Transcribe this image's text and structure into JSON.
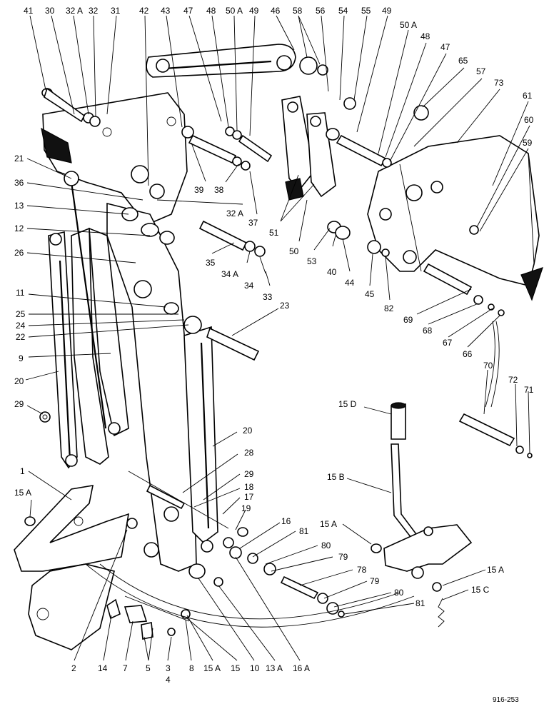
{
  "figure_ref": "916-253",
  "callouts": [
    {
      "id": "c41",
      "text": "41"
    },
    {
      "id": "c30",
      "text": "30"
    },
    {
      "id": "c32a_top",
      "text": "32 A"
    },
    {
      "id": "c32_top",
      "text": "32"
    },
    {
      "id": "c31",
      "text": "31"
    },
    {
      "id": "c42",
      "text": "42"
    },
    {
      "id": "c43",
      "text": "43"
    },
    {
      "id": "c47_top",
      "text": "47"
    },
    {
      "id": "c48_top",
      "text": "48"
    },
    {
      "id": "c50a_top",
      "text": "50 A"
    },
    {
      "id": "c49_top",
      "text": "49"
    },
    {
      "id": "c46",
      "text": "46"
    },
    {
      "id": "c58",
      "text": "58"
    },
    {
      "id": "c56",
      "text": "56"
    },
    {
      "id": "c54",
      "text": "54"
    },
    {
      "id": "c55",
      "text": "55"
    },
    {
      "id": "c49_right",
      "text": "49"
    },
    {
      "id": "c50a_right",
      "text": "50 A"
    },
    {
      "id": "c48_right",
      "text": "48"
    },
    {
      "id": "c47_right",
      "text": "47"
    },
    {
      "id": "c65",
      "text": "65"
    },
    {
      "id": "c57",
      "text": "57"
    },
    {
      "id": "c73",
      "text": "73"
    },
    {
      "id": "c61",
      "text": "61"
    },
    {
      "id": "c60",
      "text": "60"
    },
    {
      "id": "c59",
      "text": "59"
    },
    {
      "id": "c21",
      "text": "21"
    },
    {
      "id": "c36",
      "text": "36"
    },
    {
      "id": "c13",
      "text": "13"
    },
    {
      "id": "c12",
      "text": "12"
    },
    {
      "id": "c26",
      "text": "26"
    },
    {
      "id": "c39",
      "text": "39"
    },
    {
      "id": "c38",
      "text": "38"
    },
    {
      "id": "c32a_mid",
      "text": "32 A"
    },
    {
      "id": "c37",
      "text": "37"
    },
    {
      "id": "c51",
      "text": "51"
    },
    {
      "id": "c50",
      "text": "50"
    },
    {
      "id": "c53",
      "text": "53"
    },
    {
      "id": "c40",
      "text": "40"
    },
    {
      "id": "c44",
      "text": "44"
    },
    {
      "id": "c45",
      "text": "45"
    },
    {
      "id": "c82",
      "text": "82"
    },
    {
      "id": "c35",
      "text": "35"
    },
    {
      "id": "c34a",
      "text": "34 A"
    },
    {
      "id": "c34",
      "text": "34"
    },
    {
      "id": "c33",
      "text": "33"
    },
    {
      "id": "c69",
      "text": "69"
    },
    {
      "id": "c68",
      "text": "68"
    },
    {
      "id": "c67",
      "text": "67"
    },
    {
      "id": "c66",
      "text": "66"
    },
    {
      "id": "c11",
      "text": "11"
    },
    {
      "id": "c25",
      "text": "25"
    },
    {
      "id": "c24",
      "text": "24"
    },
    {
      "id": "c22",
      "text": "22"
    },
    {
      "id": "c23",
      "text": "23"
    },
    {
      "id": "c9",
      "text": "9"
    },
    {
      "id": "c20_left",
      "text": "20"
    },
    {
      "id": "c70",
      "text": "70"
    },
    {
      "id": "c72",
      "text": "72"
    },
    {
      "id": "c71",
      "text": "71"
    },
    {
      "id": "c29_left",
      "text": "29"
    },
    {
      "id": "c15d",
      "text": "15 D"
    },
    {
      "id": "c20_mid",
      "text": "20"
    },
    {
      "id": "c28",
      "text": "28"
    },
    {
      "id": "c1",
      "text": "1"
    },
    {
      "id": "c15b",
      "text": "15 B"
    },
    {
      "id": "c29_mid",
      "text": "29"
    },
    {
      "id": "c18",
      "text": "18"
    },
    {
      "id": "c17",
      "text": "17"
    },
    {
      "id": "c15a_left",
      "text": "15 A"
    },
    {
      "id": "c19",
      "text": "19"
    },
    {
      "id": "c16",
      "text": "16"
    },
    {
      "id": "c15a_mid",
      "text": "15 A"
    },
    {
      "id": "c81_top",
      "text": "81"
    },
    {
      "id": "c80_top",
      "text": "80"
    },
    {
      "id": "c79_top",
      "text": "79"
    },
    {
      "id": "c78",
      "text": "78"
    },
    {
      "id": "c15a_right",
      "text": "15 A"
    },
    {
      "id": "c79_bot",
      "text": "79"
    },
    {
      "id": "c80_bot",
      "text": "80"
    },
    {
      "id": "c15c",
      "text": "15 C"
    },
    {
      "id": "c81_bot",
      "text": "81"
    },
    {
      "id": "c2",
      "text": "2"
    },
    {
      "id": "c14",
      "text": "14"
    },
    {
      "id": "c7",
      "text": "7"
    },
    {
      "id": "c5",
      "text": "5"
    },
    {
      "id": "c3",
      "text": "3"
    },
    {
      "id": "c4",
      "text": "4"
    },
    {
      "id": "c8",
      "text": "8"
    },
    {
      "id": "c15a_bot",
      "text": "15 A"
    },
    {
      "id": "c15_bot",
      "text": "15"
    },
    {
      "id": "c10",
      "text": "10"
    },
    {
      "id": "c13a",
      "text": "13 A"
    },
    {
      "id": "c16a",
      "text": "16 A"
    }
  ]
}
